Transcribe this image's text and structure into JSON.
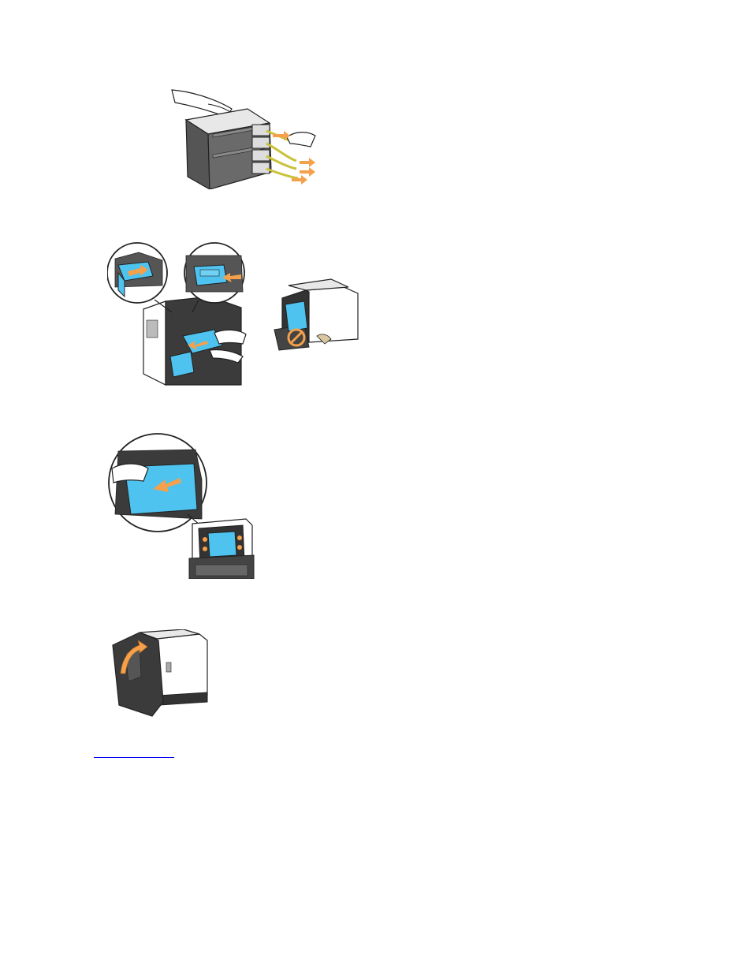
{
  "colors": {
    "accent_blue": "#4fc3ef",
    "arrow_orange": "#f5a04a",
    "ribbon_yellow": "#c9c23a",
    "line_dark": "#222222",
    "link_blue": "#0000ee"
  },
  "figures": [
    {
      "icon": "toner-cartridge-remove-tapes-illustration"
    },
    {
      "icon": "install-cartridge-into-printer-illustration"
    },
    {
      "icon": "remove-protective-sheet-illustration"
    },
    {
      "icon": "close-front-cover-illustration"
    }
  ],
  "link": {
    "text": ""
  }
}
